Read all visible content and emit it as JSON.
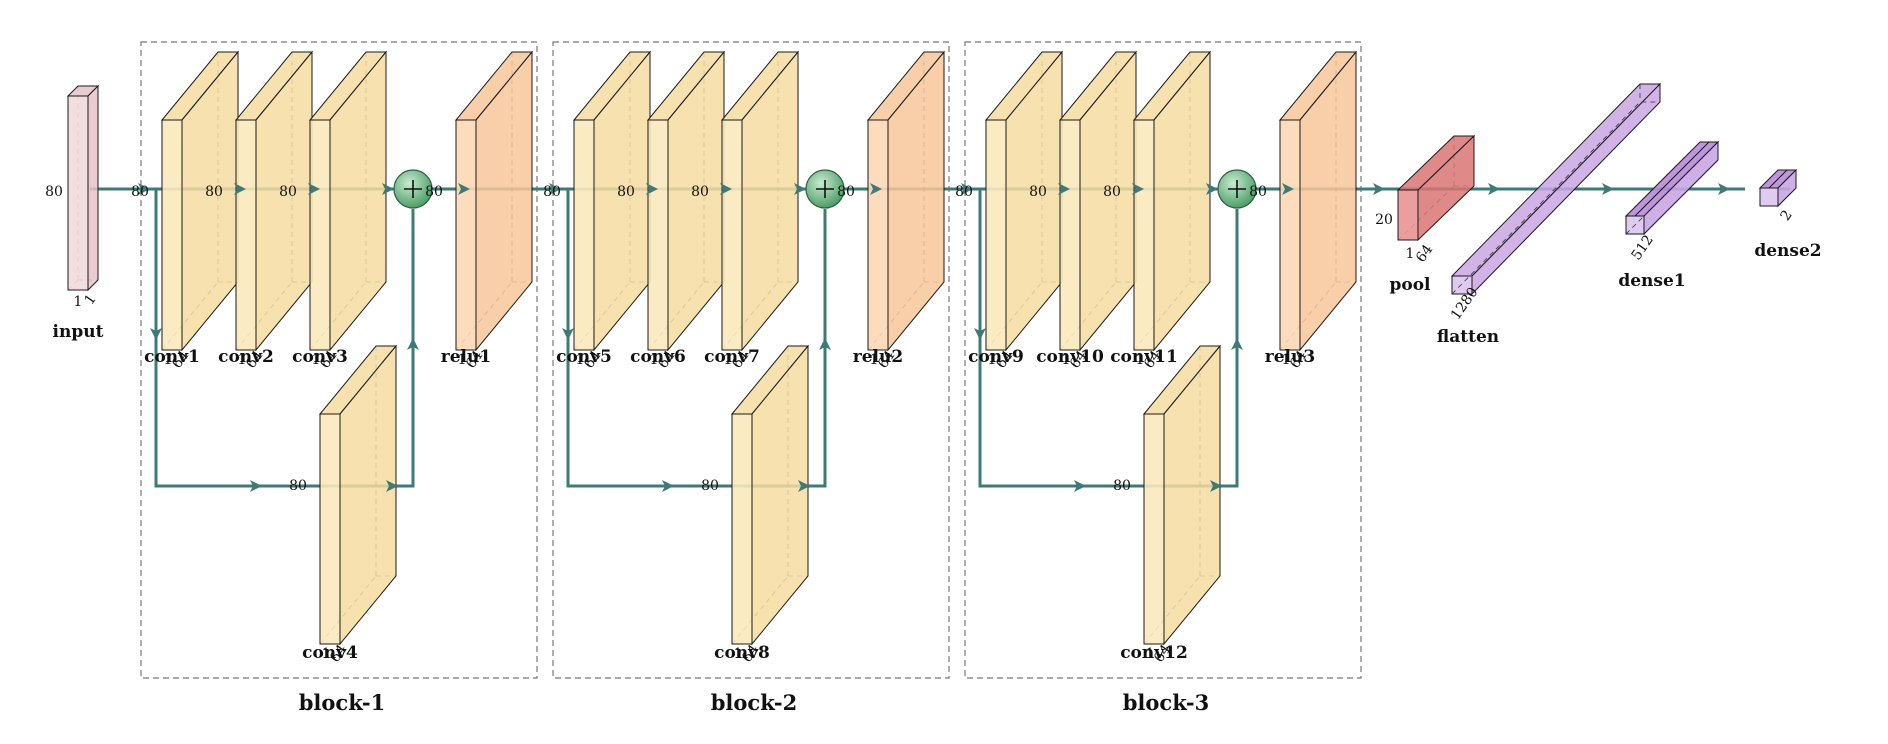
{
  "colors": {
    "conv_front": "#fbe9bd",
    "conv_side": "#f5dca1",
    "relu_front": "#fdd8b6",
    "relu_side": "#f8c79b",
    "pool_front": "#e89494",
    "pool_side": "#d97474",
    "dense_front": "#dcc4ee",
    "dense_side": "#c9a6e4",
    "input_front": "#f1d9dc",
    "input_side": "#e4c3c8",
    "flow": "#3e7a78",
    "add_node": "#6bbf82"
  },
  "blocks": [
    {
      "name": "block-1"
    },
    {
      "name": "block-2"
    },
    {
      "name": "block-3"
    }
  ],
  "layers": {
    "input": {
      "name": "input",
      "height": "80",
      "d1": "1",
      "d2": "1"
    },
    "conv1": {
      "name": "conv1",
      "height": "80",
      "d1": "1",
      "d2": "64"
    },
    "conv2": {
      "name": "conv2",
      "height": "80",
      "d1": "1",
      "d2": "64"
    },
    "conv3": {
      "name": "conv3",
      "height": "80",
      "d1": "1",
      "d2": "64"
    },
    "conv4": {
      "name": "conv4",
      "height": "80",
      "d1": "1",
      "d2": "64"
    },
    "relu1": {
      "name": "relu1",
      "height": "80",
      "d1": "1",
      "d2": "64"
    },
    "conv5": {
      "name": "conv5",
      "height": "80",
      "d1": "1",
      "d2": "64"
    },
    "conv6": {
      "name": "conv6",
      "height": "80",
      "d1": "1",
      "d2": "64"
    },
    "conv7": {
      "name": "conv7",
      "height": "80",
      "d1": "1",
      "d2": "64"
    },
    "conv8": {
      "name": "conv8",
      "height": "80",
      "d1": "1",
      "d2": "64"
    },
    "relu2": {
      "name": "relu2",
      "height": "80",
      "d1": "1",
      "d2": "64"
    },
    "conv9": {
      "name": "conv9",
      "height": "80",
      "d1": "1",
      "d2": "64"
    },
    "conv10": {
      "name": "conv10",
      "height": "80",
      "d1": "1",
      "d2": "64"
    },
    "conv11": {
      "name": "conv11",
      "height": "80",
      "d1": "1",
      "d2": "64"
    },
    "conv12": {
      "name": "conv12",
      "height": "80",
      "d1": "1",
      "d2": "64"
    },
    "relu3": {
      "name": "relu3",
      "height": "80",
      "d1": "1",
      "d2": "64"
    },
    "pool": {
      "name": "pool",
      "height": "20",
      "d1": "1",
      "d2": "64"
    },
    "flatten": {
      "name": "flatten",
      "d1": "1280"
    },
    "dense1": {
      "name": "dense1",
      "d1": "512"
    },
    "dense2": {
      "name": "dense2",
      "d1": "2"
    }
  }
}
